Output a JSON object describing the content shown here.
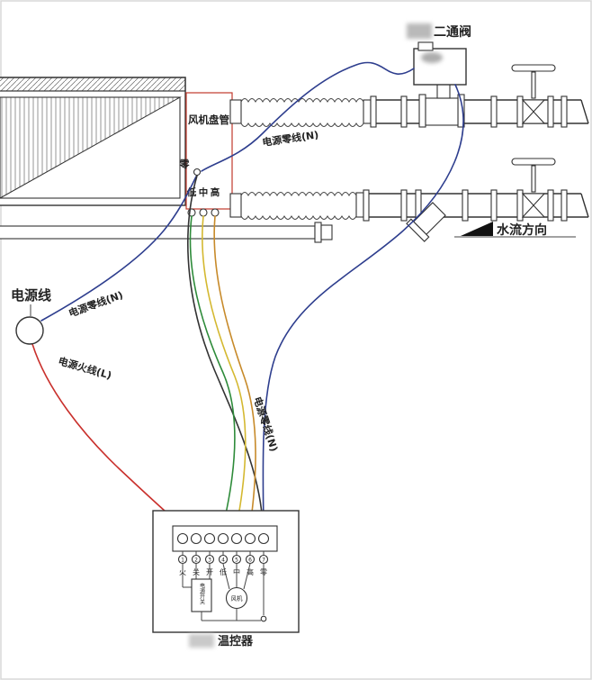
{
  "labels": {
    "two_way_valve": "二通阀",
    "fan_coil": "风机盘管",
    "power_neutral_top": "电源零线(N)",
    "power_neutral_left": "电源零线(N)",
    "power_neutral_diag": "电源零线(N)",
    "power_live": "电源火线(L)",
    "power_line": "电源线",
    "water_flow": "水流方向",
    "thermostat": "温控器",
    "terminal_zero": "零",
    "speed_low": "低",
    "speed_mid": "中",
    "speed_high": "高"
  },
  "thermostat_panel": {
    "terminal_numbers": [
      "1",
      "2",
      "3",
      "4",
      "5",
      "6",
      "7"
    ],
    "terminal_labels": [
      "火",
      "关",
      "开",
      "低",
      "中",
      "高",
      "零"
    ],
    "switch_label": "电源开关",
    "fan_label": "风机"
  },
  "colors": {
    "label_red": "#c0392b",
    "box_red": "#c0392b",
    "wire_red": "#c9302c",
    "wire_green": "#2e8b3a",
    "wire_yellow": "#d4b830",
    "wire_orange": "#c78a2a",
    "wire_blue": "#2e3e8e",
    "wire_black": "#333333",
    "line": "#333333"
  }
}
